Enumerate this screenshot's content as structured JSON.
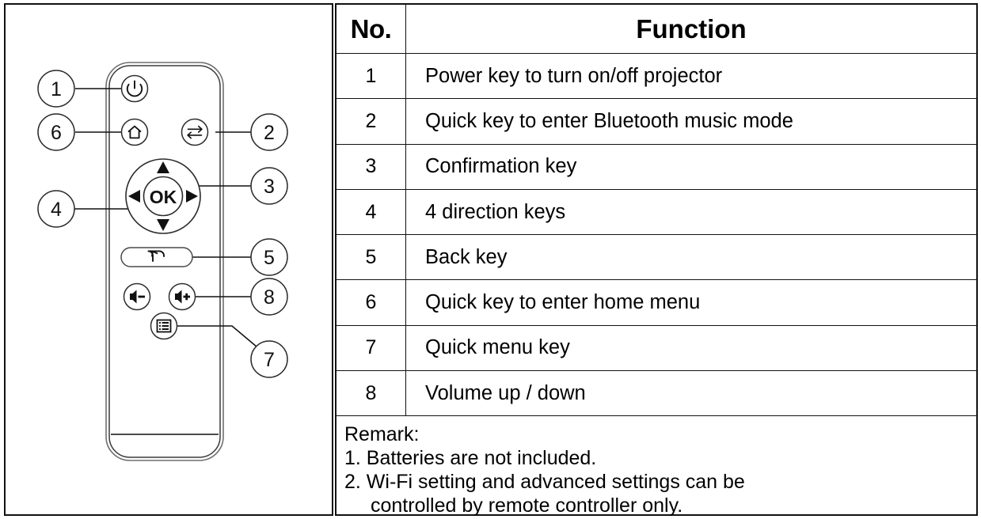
{
  "table": {
    "headers": {
      "no": "No.",
      "function": "Function"
    },
    "rows": [
      {
        "no": "1",
        "function": "Power key to turn on/off projector"
      },
      {
        "no": "2",
        "function": "Quick key to enter Bluetooth music mode"
      },
      {
        "no": "3",
        "function": "Confirmation key"
      },
      {
        "no": "4",
        "function": "4 direction keys"
      },
      {
        "no": "5",
        "function": "Back key"
      },
      {
        "no": "6",
        "function": "Quick key to enter home menu"
      },
      {
        "no": "7",
        "function": "Quick menu key"
      },
      {
        "no": "8",
        "function": "Volume up / down"
      }
    ],
    "remark": {
      "title": "Remark:",
      "line1": "1. Batteries are not included.",
      "line2": "2. Wi-Fi setting and advanced settings can be",
      "line3": "controlled by remote controller only."
    }
  },
  "diagram": {
    "callouts": [
      {
        "label": "1",
        "target": "power-button"
      },
      {
        "label": "6",
        "target": "home-button"
      },
      {
        "label": "2",
        "target": "bluetooth-swap-button"
      },
      {
        "label": "3",
        "target": "ok-button"
      },
      {
        "label": "4",
        "target": "dpad"
      },
      {
        "label": "5",
        "target": "back-button"
      },
      {
        "label": "8",
        "target": "volume-up-button"
      },
      {
        "label": "7",
        "target": "menu-button"
      }
    ],
    "buttons": {
      "ok_label": "OK",
      "volume_down_label": "−",
      "volume_up_label": "+"
    },
    "icons": [
      "power-icon",
      "home-icon",
      "swap-arrows-icon",
      "arrow-up-icon",
      "arrow-down-icon",
      "arrow-left-icon",
      "arrow-right-icon",
      "back-arrow-icon",
      "speaker-icon",
      "list-menu-icon"
    ],
    "colors": {
      "line": "#111111",
      "body_stroke": "#6b6b6b",
      "fill": "#ffffff"
    }
  }
}
